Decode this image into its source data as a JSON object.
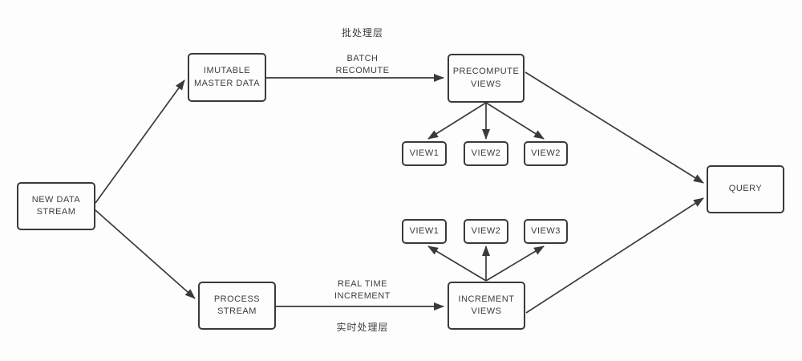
{
  "diagram": {
    "title": "lambda-architecture-flow",
    "colors": {
      "stroke": "#3a3a3a",
      "background": "#fdfdfd",
      "text": "#3d3d3d"
    },
    "nodes": {
      "new_data_stream": {
        "label": "NEW DATA\nSTREAM"
      },
      "imutable_master_data": {
        "label": "IMUTABLE\nMASTER DATA"
      },
      "precompute_views": {
        "label": "PRECOMPUTE\nVIEWS"
      },
      "view_top_1": {
        "label": "VIEW1"
      },
      "view_top_2": {
        "label": "VIEW2"
      },
      "view_top_3": {
        "label": "VIEW2"
      },
      "view_bottom_1": {
        "label": "VIEW1"
      },
      "view_bottom_2": {
        "label": "VIEW2"
      },
      "view_bottom_3": {
        "label": "VIEW3"
      },
      "query": {
        "label": "QUERY"
      },
      "process_stream": {
        "label": "PROCESS\nSTREAM"
      },
      "increment_views": {
        "label": "INCREMENT\nVIEWS"
      }
    },
    "labels": {
      "batch_layer_cn": "批处理层",
      "batch_recompute": "BATCH\nRECOMUTE",
      "realtime_increment": "REAL TIME\nINCREMENT",
      "realtime_layer_cn": "实时处理层"
    },
    "edges": [
      {
        "from": "new_data_stream",
        "to": "imutable_master_data"
      },
      {
        "from": "new_data_stream",
        "to": "process_stream"
      },
      {
        "from": "imutable_master_data",
        "to": "precompute_views",
        "label": "BATCH RECOMUTE"
      },
      {
        "from": "precompute_views",
        "to": "view_top_1"
      },
      {
        "from": "precompute_views",
        "to": "view_top_2"
      },
      {
        "from": "precompute_views",
        "to": "view_top_3"
      },
      {
        "from": "precompute_views",
        "to": "query"
      },
      {
        "from": "process_stream",
        "to": "increment_views",
        "label": "REAL TIME INCREMENT"
      },
      {
        "from": "increment_views",
        "to": "view_bottom_1"
      },
      {
        "from": "increment_views",
        "to": "view_bottom_2"
      },
      {
        "from": "increment_views",
        "to": "view_bottom_3"
      },
      {
        "from": "increment_views",
        "to": "query"
      }
    ]
  }
}
